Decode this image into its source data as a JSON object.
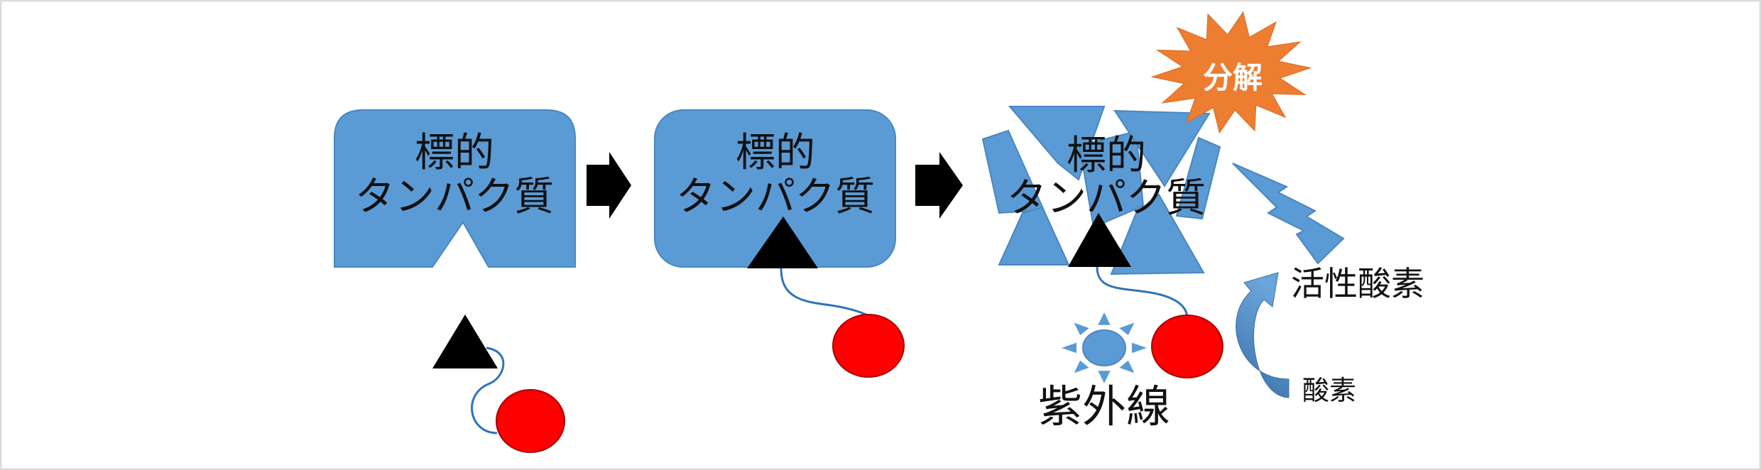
{
  "diagram": {
    "step1": {
      "line1": "標的",
      "line2": "タンパク質"
    },
    "step2": {
      "line1": "標的",
      "line2": "タンパク質"
    },
    "step3": {
      "line1": "標的",
      "line2": "タンパク質"
    },
    "burst_label": "分解",
    "active_oxygen_label": "活性酸素",
    "oxygen_label": "酸素",
    "uv_label": "紫外線"
  },
  "colors": {
    "protein": "#5b9bd5",
    "protein_border": "#4a86bf",
    "ligand": "#000000",
    "photosensitizer": "#ff0000",
    "burst": "#ed7d31",
    "frame": "#dcdcdc"
  }
}
